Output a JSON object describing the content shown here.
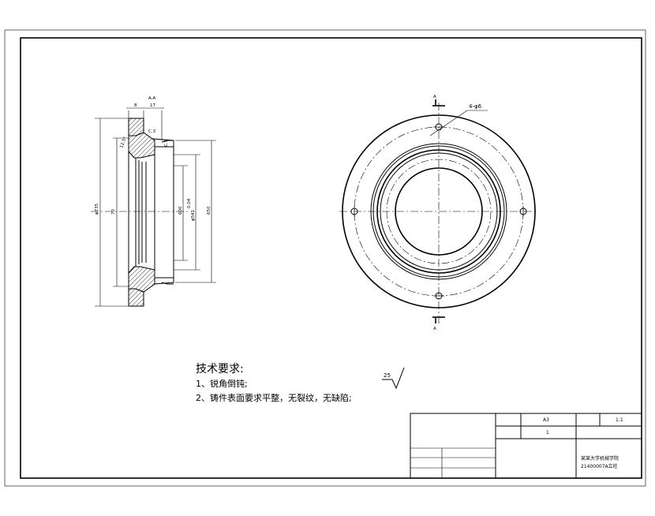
{
  "dimensions": {
    "top_width_a": "8",
    "top_width_b": "17",
    "section_label": "A-A",
    "chamfer_1": "C.3",
    "chamfer_2": "C.5",
    "angle": "12.5°",
    "dia_outer": "φ735",
    "dia_bolt": "70",
    "dia_bore": "600",
    "dia_bore_tol": "φ541",
    "dia_bore_tol_sup": "0.04",
    "dia_right": "650",
    "hole_callout": "4-φ6",
    "section_mark_top": "A",
    "section_mark_bottom": "A"
  },
  "tech_requirements": {
    "title": "技术要求:",
    "line1": "1、锐角倒钝;",
    "line2": "2、铸件表面要求平整，无裂纹，无缺陷;"
  },
  "roughness": {
    "value": "25"
  },
  "title_block": {
    "sheet_size": "A3",
    "scale": "1:1",
    "quantity": "1",
    "part_name_1": "某某大学机械学院",
    "part_name_2": "21400007A立柱"
  }
}
